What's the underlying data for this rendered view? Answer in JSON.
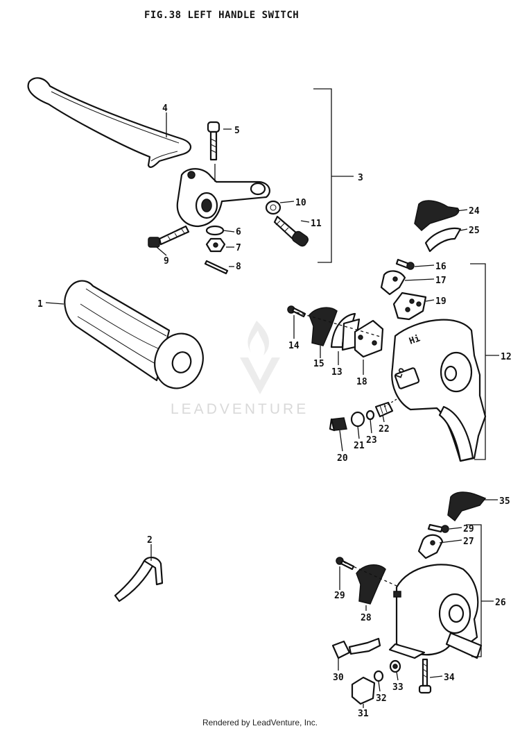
{
  "title": "FIG.38  LEFT HANDLE SWITCH",
  "watermark": "LEADVENTURE",
  "footer": "Rendered by LeadVenture, Inc.",
  "callouts": {
    "p1": "1",
    "p2": "2",
    "p3": "3",
    "p4": "4",
    "p5": "5",
    "p6": "6",
    "p7": "7",
    "p8": "8",
    "p9": "9",
    "p10": "10",
    "p11": "11",
    "p12": "12",
    "p13": "13",
    "p14": "14",
    "p15": "15",
    "p16": "16",
    "p17": "17",
    "p18": "18",
    "p19": "19",
    "p20": "20",
    "p21": "21",
    "p22": "22",
    "p23": "23",
    "p24": "24",
    "p25": "25",
    "p26": "26",
    "p27": "27",
    "p28": "28",
    "p29a": "29",
    "p29b": "29",
    "p30": "30",
    "p31": "31",
    "p32": "32",
    "p33": "33",
    "p34": "34",
    "p35": "35"
  },
  "switch_markings": {
    "hi": "Hi",
    "lo": "Lo"
  }
}
